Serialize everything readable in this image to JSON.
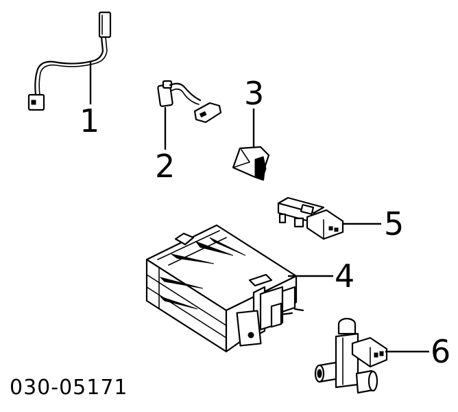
{
  "diagram": {
    "reference_code": "030-05171",
    "parts": [
      {
        "callout": "1",
        "icon": "wire-harness-with-connector"
      },
      {
        "callout": "2",
        "icon": "sensor-lead-with-plug"
      },
      {
        "callout": "3",
        "icon": "rubber-bracket-insulator"
      },
      {
        "callout": "4",
        "icon": "evap-canister"
      },
      {
        "callout": "5",
        "icon": "solenoid-valve-with-connector"
      },
      {
        "callout": "6",
        "icon": "vacuum-valve-with-connector"
      }
    ]
  }
}
